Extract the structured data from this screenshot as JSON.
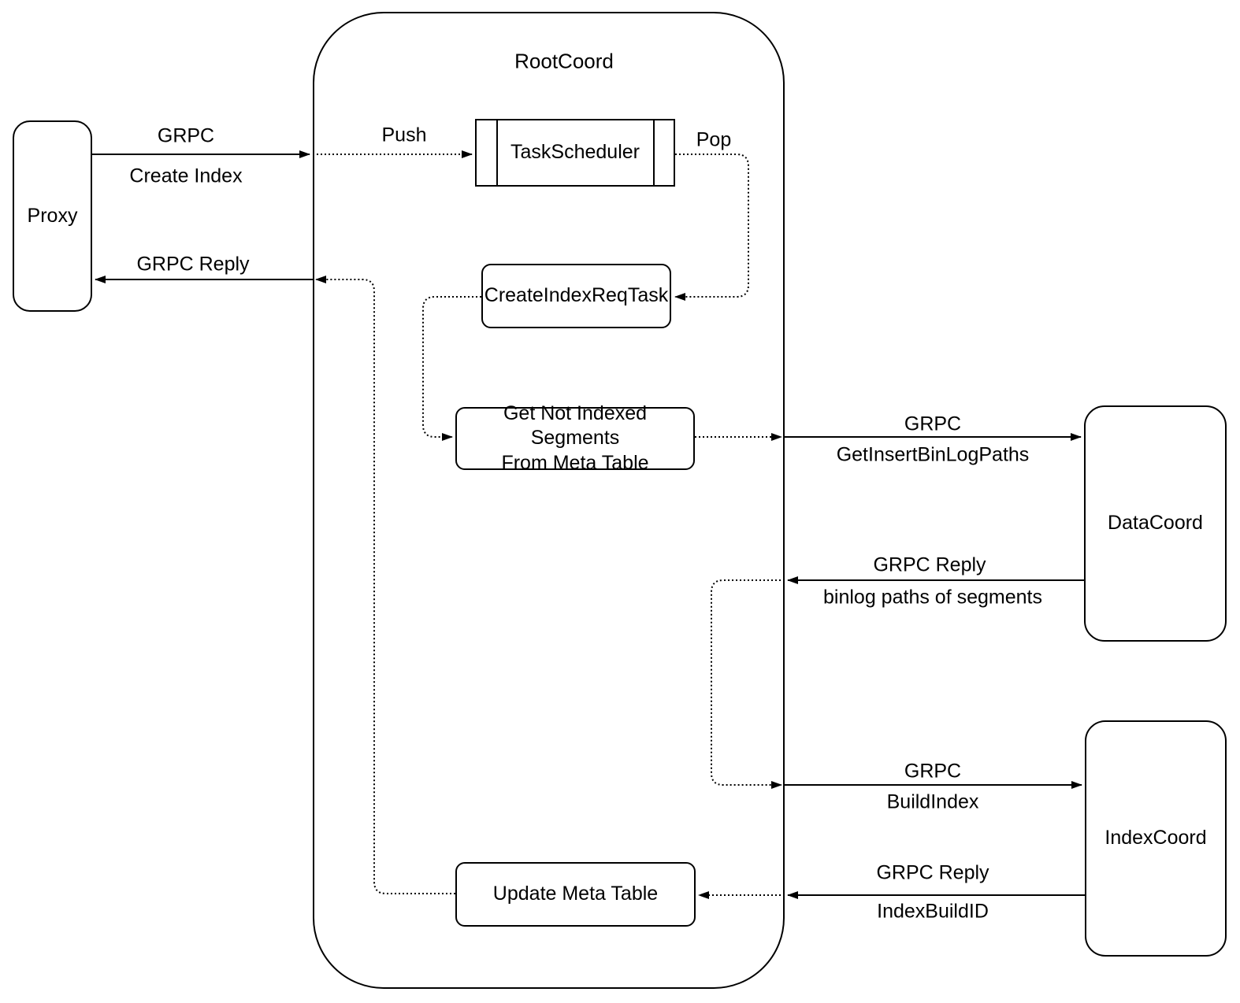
{
  "diagram": {
    "container": {
      "title": "RootCoord"
    },
    "nodes": {
      "proxy": {
        "label": "Proxy"
      },
      "task_scheduler": {
        "label": "TaskScheduler"
      },
      "create_index_req_task": {
        "label": "CreateIndexReqTask"
      },
      "get_not_indexed": {
        "line1": "Get Not Indexed Segments",
        "line2": "From Meta Table"
      },
      "update_meta_table": {
        "label": "Update Meta Table"
      },
      "data_coord": {
        "label": "DataCoord"
      },
      "index_coord": {
        "label": "IndexCoord"
      }
    },
    "edge_labels": {
      "create_index_request": {
        "line1": "GRPC",
        "line2": "Create Index"
      },
      "push": "Push",
      "pop": "Pop",
      "grpc_reply_to_proxy": "GRPC Reply",
      "get_insert_binlog_paths": {
        "line1": "GRPC",
        "line2": "GetInsertBinLogPaths"
      },
      "binlog_reply": {
        "line1": "GRPC Reply",
        "line2": "binlog paths of segments"
      },
      "build_index": {
        "line1": "GRPC",
        "line2": "BuildIndex"
      },
      "index_build_id_reply": {
        "line1": "GRPC Reply",
        "line2": "IndexBuildID"
      }
    },
    "colors": {
      "stroke": "#000000",
      "background": "#ffffff"
    }
  }
}
